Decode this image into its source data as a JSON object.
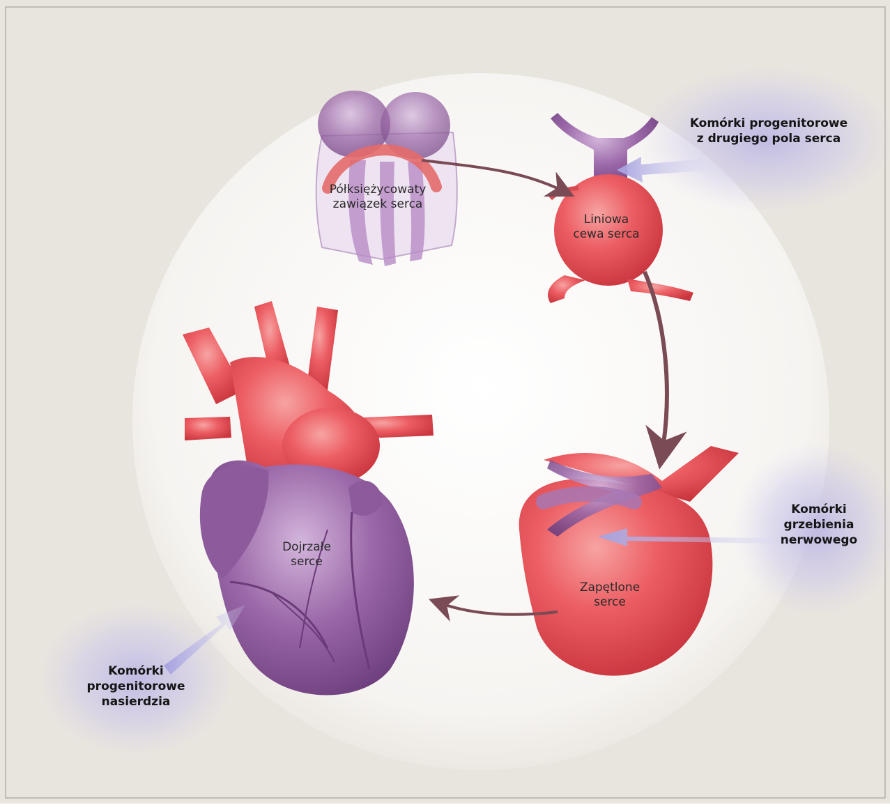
{
  "colors": {
    "paper": "#e8e4de",
    "circle": "#f6f4f1",
    "tissue_red": "#e9555a",
    "tissue_purple": "#9a67a6",
    "arrow_brown": "#7a4a55",
    "glow_lavender": "#b6b1e0"
  },
  "stages": {
    "crescent_label": "Półksiężycowaty\nzawiązek serca",
    "linear_tube_label": "Liniowa\ncewa serca",
    "looped_heart_label": "Zapętlone\nserce",
    "mature_heart_label": "Dojrzałe\nserce"
  },
  "sources": {
    "second_heart_field": "Komórki progenitorowe\nz drugiego pola serca",
    "neural_crest": "Komórki\ngrzebienia\nnerwowego",
    "epicardial": "Komórki\nprogenitorowe\nnasierdzia"
  }
}
